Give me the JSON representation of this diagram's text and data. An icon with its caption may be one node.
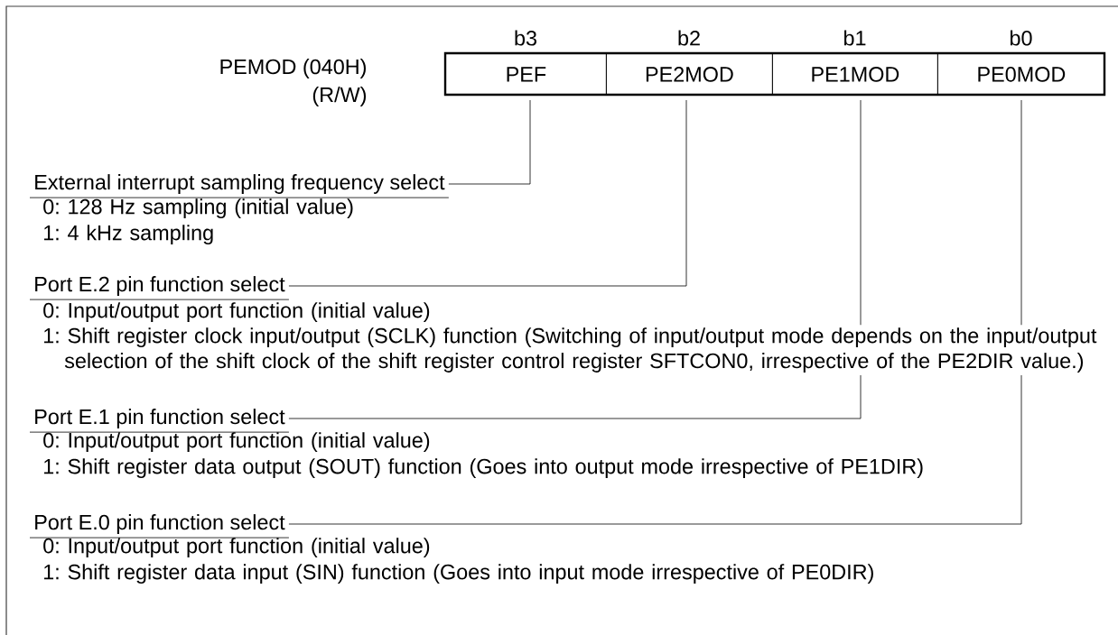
{
  "diagram": {
    "nodes": [
      {
        "text": [
          "PEF"
        ],
        "beside": [
          "b3"
        ]
      },
      {
        "text": [
          "PE2MOD"
        ],
        "beside": [
          "b2"
        ]
      },
      {
        "text": [
          "PE1MOD"
        ],
        "beside": [
          "b1"
        ]
      },
      {
        "text": [
          "PE0MOD"
        ],
        "beside": [
          "b0"
        ]
      },
      {
        "text": [
          "External interrupt sampling frequency select"
        ],
        "beside": [
          "0: 128 Hz sampling (initial value)",
          "1: 4 kHz sampling"
        ]
      },
      {
        "text": [
          "Port E.2 pin function select"
        ],
        "beside": [
          "0: Input/output port function (initial value)",
          "1: Shift register clock input/output (SCLK) function (Switching of input/output mode depends on the input/output selection of the shift clock of the shift register control register SFTCON0, irrespective of the PE2DIR value.)"
        ]
      },
      {
        "text": [
          "Port E.1 pin function select"
        ],
        "beside": [
          "0: Input/output port function (initial value)",
          "1: Shift register data output (SOUT) function (Goes into output mode irrespective of PE1DIR)"
        ]
      },
      {
        "text": [
          "Port E.0 pin function select"
        ],
        "beside": [
          "0: Input/output port function (initial value)",
          "1: Shift register data input (SIN) function (Goes into input mode irrespective of PE0DIR)"
        ]
      }
    ],
    "edges": [
      {
        "from": 0,
        "to": 4,
        "arrow": "none"
      },
      {
        "from": 1,
        "to": 5,
        "arrow": "none"
      },
      {
        "from": 2,
        "to": 6,
        "arrow": "none"
      },
      {
        "from": 3,
        "to": 7,
        "arrow": "none"
      }
    ],
    "labels": [
      "PEMOD (040H)",
      "(R/W)"
    ]
  }
}
